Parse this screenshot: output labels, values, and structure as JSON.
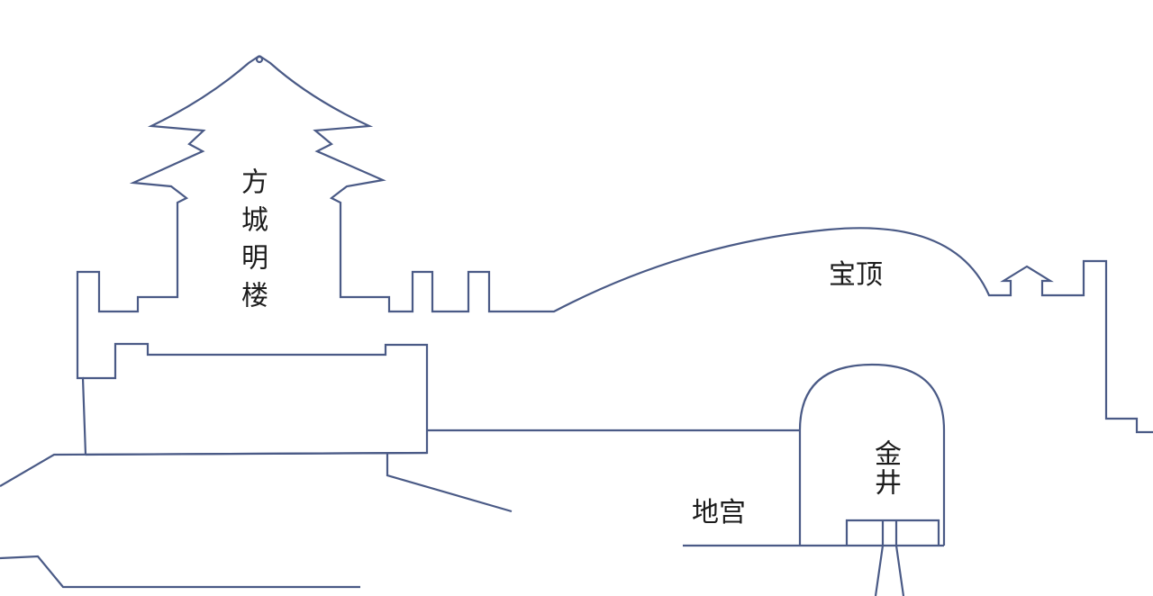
{
  "labels": {
    "fangcheng_minglou": "方城明楼",
    "baoding": "宝顶",
    "digong": "地宫",
    "jinjing": "金井"
  },
  "colors": {
    "line": "#4a5a86",
    "text": "#1c1c1c",
    "background": "#ffffff"
  }
}
